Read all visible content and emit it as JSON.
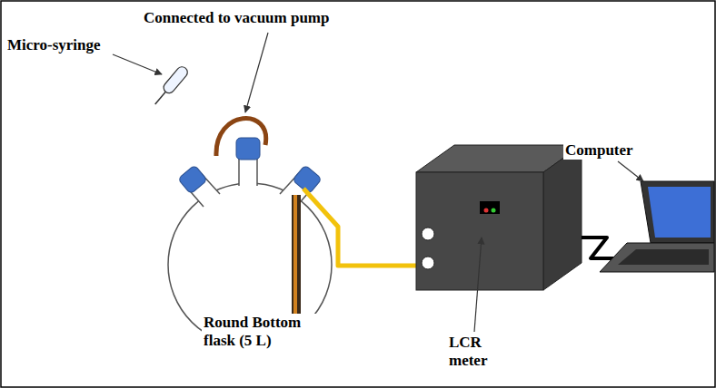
{
  "diagram": {
    "labels": [
      "Micro-syringe",
      "Connected to vacuum pump",
      "Computer",
      "LCR meter",
      "Round Bottom flask (5 L)"
    ]
  }
}
